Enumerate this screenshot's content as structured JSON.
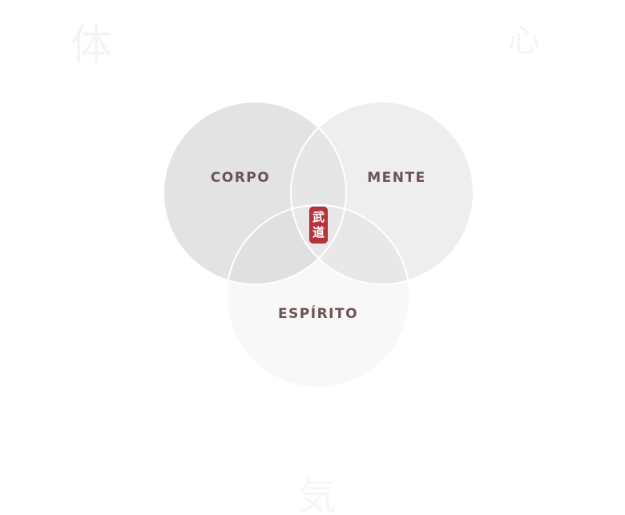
{
  "background_kanji": {
    "top_left": "体",
    "top_right": "心",
    "bottom_center": "気"
  },
  "venn": {
    "circles": [
      {
        "label": "CORPO",
        "color": "#e2e2e2"
      },
      {
        "label": "MENTE",
        "color": "#ebebeb"
      },
      {
        "label": "ESPÍRITO",
        "color": "#f5f5f5"
      }
    ],
    "label_color": "#6b5354",
    "outline_color": "#ffffff"
  },
  "seal": {
    "char_top": "武",
    "char_bottom": "道",
    "color": "#b5343d"
  }
}
